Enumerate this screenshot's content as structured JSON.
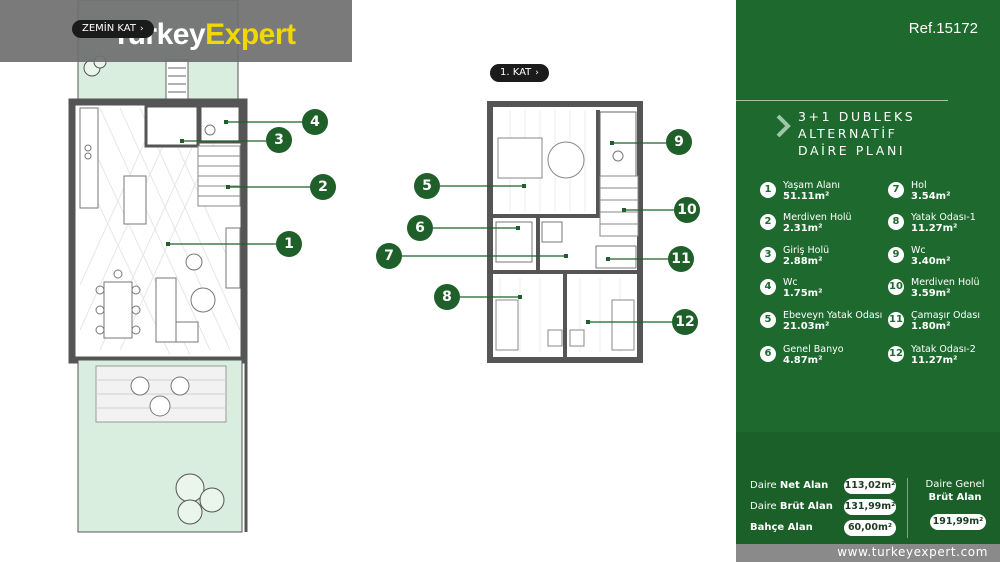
{
  "brand": {
    "part1": "Turkey",
    "part2": "Expert"
  },
  "floors": {
    "ground": "ZEMİN KAT",
    "first": "1. KAT",
    "chevron": "›"
  },
  "markers": [
    "1",
    "2",
    "3",
    "4",
    "5",
    "6",
    "7",
    "8",
    "9",
    "10",
    "11",
    "12"
  ],
  "panel": {
    "ref": "Ref.15172",
    "title_lines": [
      "3+1 DUBLEKS",
      "ALTERNATİF",
      "DAİRE PLANI"
    ],
    "rooms": [
      {
        "num": "1",
        "name": "Yaşam Alanı",
        "area": "51.11m²"
      },
      {
        "num": "2",
        "name": "Merdiven Holü",
        "area": "2.31m²"
      },
      {
        "num": "3",
        "name": "Giriş Holü",
        "area": "2.88m²"
      },
      {
        "num": "4",
        "name": "Wc",
        "area": "1.75m²"
      },
      {
        "num": "5",
        "name": "Ebeveyn Yatak Odası",
        "area": "21.03m²"
      },
      {
        "num": "6",
        "name": "Genel Banyo",
        "area": "4.87m²"
      },
      {
        "num": "7",
        "name": "Hol",
        "area": "3.54m²"
      },
      {
        "num": "8",
        "name": "Yatak Odası-1",
        "area": "11.27m²"
      },
      {
        "num": "9",
        "name": "Wc",
        "area": "3.40m²"
      },
      {
        "num": "10",
        "name": "Merdiven Holü",
        "area": "3.59m²"
      },
      {
        "num": "11",
        "name": "Çamaşır Odası",
        "area": "1.80m²"
      },
      {
        "num": "12",
        "name": "Yatak Odası-2",
        "area": "11.27m²"
      }
    ],
    "areas": [
      {
        "prefix": "Daire",
        "bold": "Net Alan",
        "value": "113,02m²"
      },
      {
        "prefix": "Daire",
        "bold": "Brüt Alan",
        "value": "131,99m²"
      },
      {
        "prefix": "",
        "bold": "Bahçe Alan",
        "value": "60,00m²"
      }
    ],
    "gross": {
      "line1": "Daire Genel",
      "line2": "Brüt Alan",
      "value": "191,99m²"
    },
    "url": "www.turkeyexpert.com"
  },
  "colors": {
    "panel": "#1e6a2e",
    "accent": "#1f5f2a",
    "garden": "#d9eede",
    "brand_yellow": "#f0d800"
  }
}
